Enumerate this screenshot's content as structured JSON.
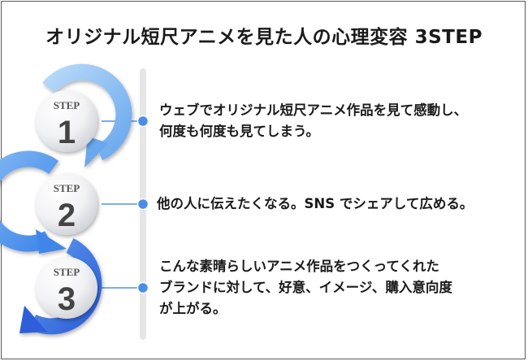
{
  "title": "オリジナル短尺アニメを見た人の心理変容 3STEP",
  "steps": [
    {
      "label": "STEP",
      "number": "1",
      "lines": [
        "ウェブでオリジナル短尺アニメ作品を見て感動し、",
        "何度も何度も見てしまう。"
      ]
    },
    {
      "label": "STEP",
      "number": "2",
      "lines": [
        "他の人に伝えたくなる。SNS でシェアして広める。"
      ]
    },
    {
      "label": "STEP",
      "number": "3",
      "lines": [
        "こんな素晴らしいアニメ作品をつくってくれた",
        "ブランドに対して、好意、イメージ、購入意向度",
        "が上がる。"
      ]
    }
  ],
  "colors": {
    "step1_arrow": "#8fc1f2",
    "step2_arrow": "#5f9ff0",
    "step3_arrow": "#3b6fe0",
    "connector": "#7aaef0",
    "dot": "#4a8de8",
    "timeline": "#e6e6e6"
  }
}
